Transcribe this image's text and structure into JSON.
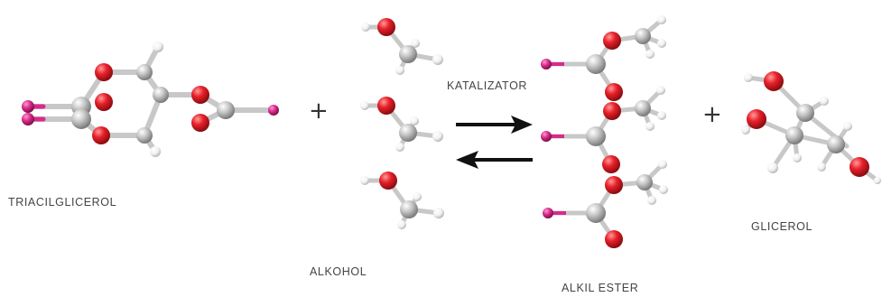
{
  "labels": {
    "triacylglycerol": "TRIACILGLICEROL",
    "alcohol": "ALKOHOL",
    "catalyst": "KATALIZATOR",
    "ester": "ALKIL ESTER",
    "glycerol": "GLICEROL"
  },
  "operators": {
    "plus1": "+",
    "plus2": "+"
  },
  "colors": {
    "carbon": "#b9b9b9",
    "oxygen": "#e8202a",
    "hydrogen": "#f0f0f0",
    "chain": "#d92a8a",
    "bond": "#c8c8c8",
    "arrow": "#111111"
  }
}
